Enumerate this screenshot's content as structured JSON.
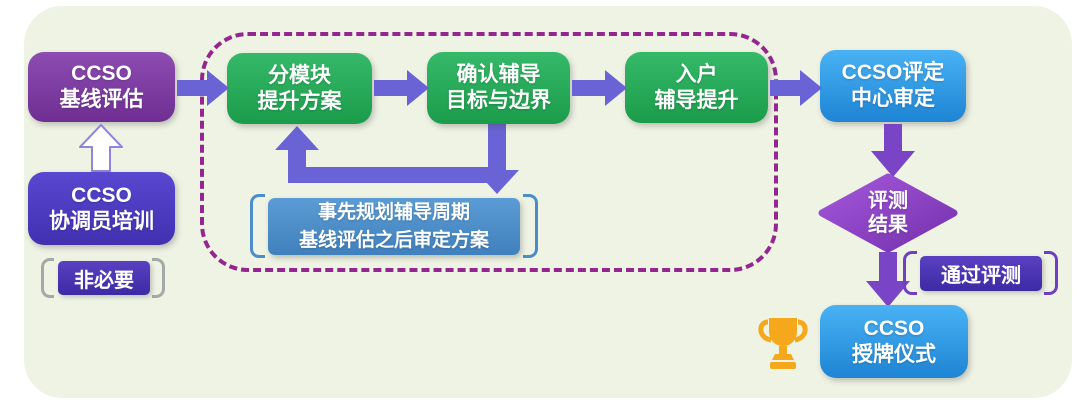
{
  "title": "CCSO certification process flowchart",
  "colors": {
    "panel_bg": "#eff3e4",
    "purple_node": "#7b3a9e",
    "indigo_node": "#4b39c0",
    "indigo_tag": "#4a2fae",
    "green_node": "#27aa55",
    "blue_node": "#2f9ce6",
    "note_blue": "#4f90cb",
    "diamond_purple": "#8a45c6",
    "arrow_violet": "#6a63d6",
    "arrow_purple": "#7a44c6",
    "dashed_border": "#93278f",
    "trophy_gold": "#f5a81c"
  },
  "nodes": {
    "baseline": {
      "line1": "CCSO",
      "line2": "基线评估"
    },
    "coordinator": {
      "line1": "CCSO",
      "line2": "协调员培训"
    },
    "optional_tag": {
      "label": "非必要"
    },
    "module_plan": {
      "line1": "分模块",
      "line2": "提升方案"
    },
    "confirm_goal": {
      "line1": "确认辅导",
      "line2": "目标与边界"
    },
    "home_coaching": {
      "line1": "入户",
      "line2": "辅导提升"
    },
    "center_review": {
      "line1": "CCSO评定",
      "line2": "中心审定"
    },
    "eval_result": {
      "line1": "评测",
      "line2": "结果"
    },
    "pass_tag": {
      "label": "通过评测"
    },
    "award_ceremony": {
      "line1": "CCSO",
      "line2": "授牌仪式"
    },
    "note": {
      "line1": "事先规划辅导周期",
      "line2": "基线评估之后审定方案"
    }
  },
  "icons": {
    "trophy": "trophy-icon"
  }
}
